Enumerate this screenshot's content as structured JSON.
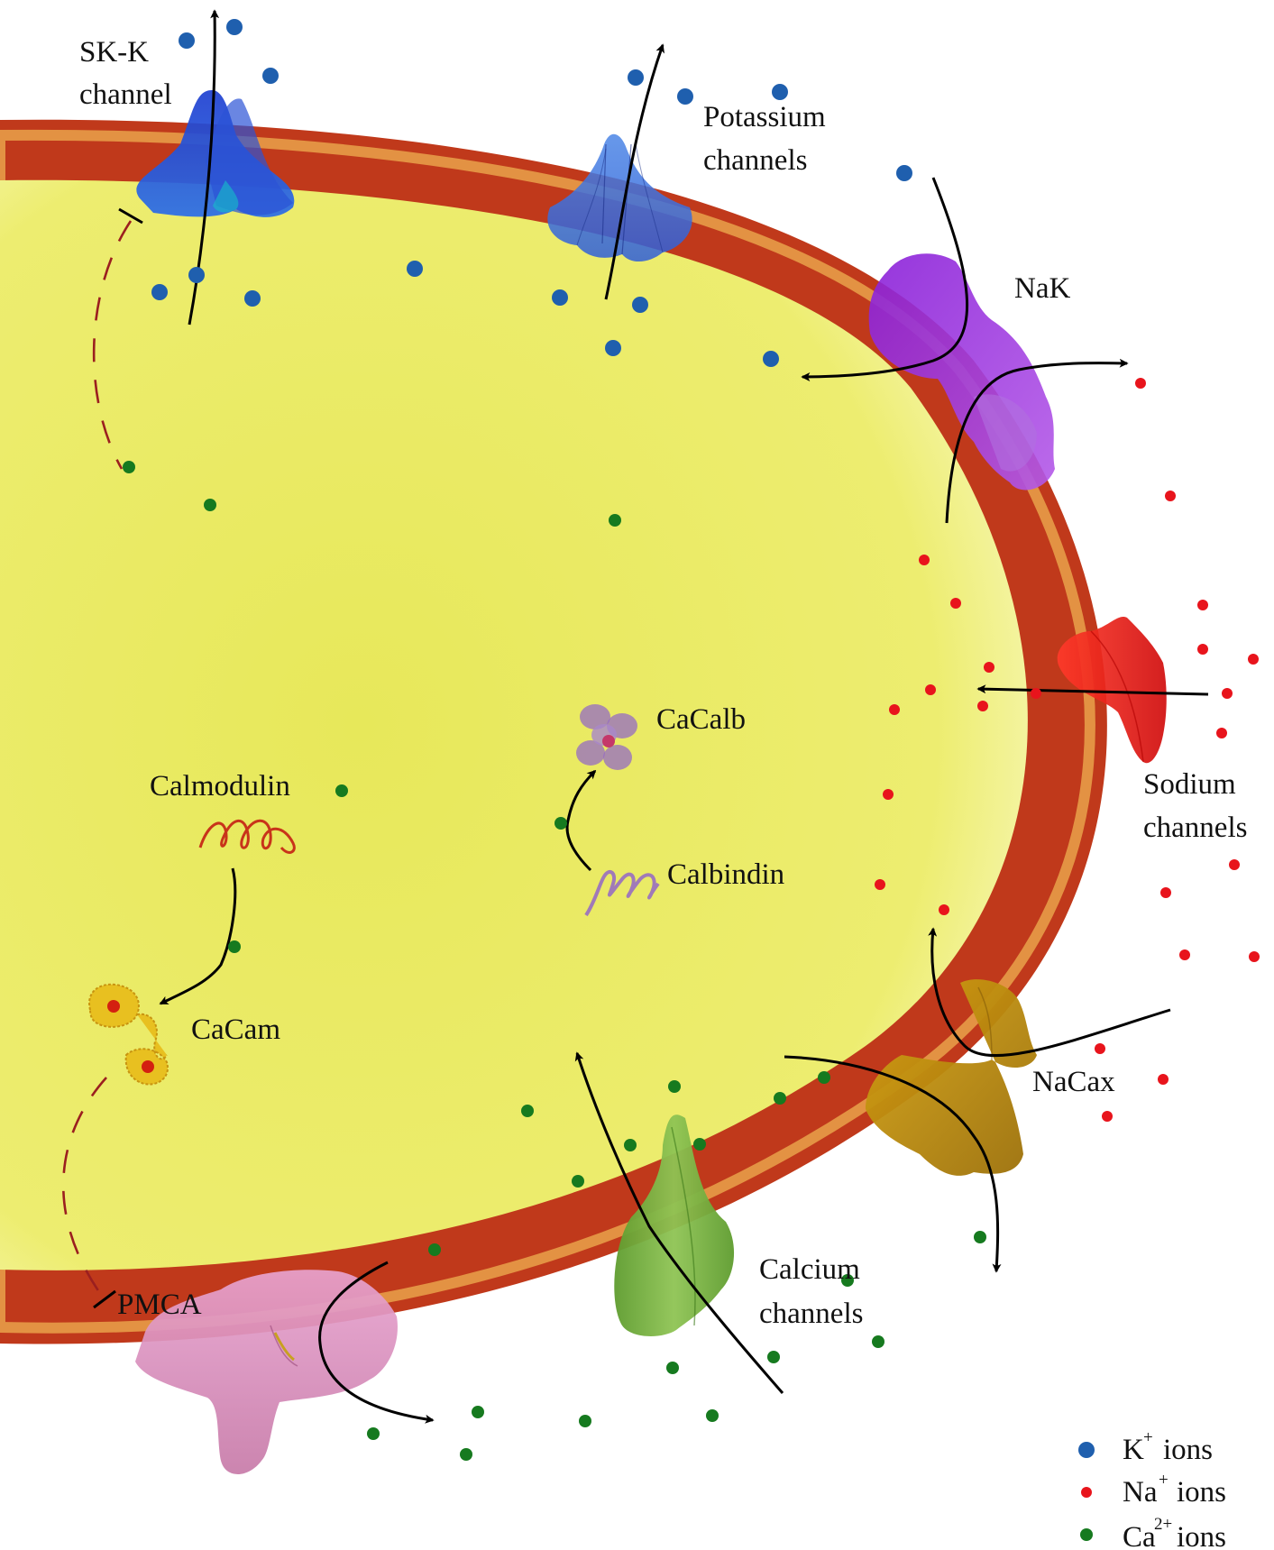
{
  "labels": {
    "sk_k_line1": "SK-K",
    "sk_k_line2": "channel",
    "potassium_line1": "Potassium",
    "potassium_line2": "channels",
    "nak": "NaK",
    "sodium_line1": "Sodium",
    "sodium_line2": "channels",
    "nacax": "NaCax",
    "calcium_line1": "Calcium",
    "calcium_line2": "channels",
    "pmca": "PMCA",
    "calmodulin": "Calmodulin",
    "cacam": "CaCam",
    "cacalb": "CaCalb",
    "calbindin": "Calbindin"
  },
  "legend": {
    "k": {
      "ion": "K",
      "charge": "+",
      "suffix": "ions",
      "color": "#1f5fae"
    },
    "na": {
      "ion": "Na",
      "charge": "+",
      "suffix": "ions",
      "color": "#e8141c"
    },
    "ca": {
      "ion": "Ca",
      "charge": "2+",
      "suffix": "ions",
      "color": "#167a1f"
    }
  },
  "colors": {
    "cytoplasm": "#f0f077",
    "membrane": "#c0391b",
    "membrane_core": "#f0c060",
    "sk_channel": "#1f4fd8",
    "k_channel": "#3f7ae0",
    "nak_pump": "#9a2ee0",
    "na_channel": "#e81a10",
    "nacax": "#c89410",
    "ca_channel": "#6fae3a",
    "pmca": "#df8fc0",
    "calmodulin": "#c8341a",
    "calbindin": "#a07ab8",
    "cacam": "#e8b818",
    "cacalb": "#8a5ad0"
  }
}
